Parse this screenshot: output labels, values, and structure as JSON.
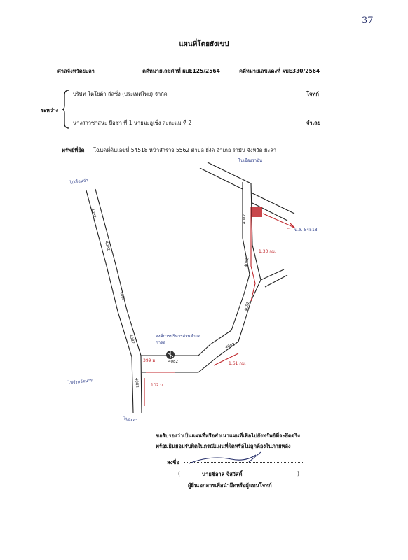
{
  "page_number": "37",
  "title": "แผนที่โดยสังเขป",
  "header": {
    "court": "ศาลจังหวัดยะลา",
    "black_case": "คดีหมายเลขดำที่ ผบE125/2564",
    "red_case": "คดีหมายเลขแดงที่ ผบE330/2564"
  },
  "parties": {
    "between_label": "ระหว่าง",
    "plaintiff_name": "บริษัท โตโยต้า ลีสซิ่ง (ประเทศไทย) จำกัด",
    "plaintiff_role": "โจทก์",
    "defendant_name": "นางสาวซาสนะ บือซา ที่ 1 นายมะอูเซ็ง สะกะแม ที่ 2",
    "defendant_role": "จำเลย"
  },
  "property": {
    "label": "ทรัพย์ที่ยึด",
    "detail": "โฉนดที่ดินเลขที่ 54518 หน้าสำรวจ 5562 ตำบล ยี่งัด อำเภอ รามัน จังหวัด ยะลา"
  },
  "map": {
    "road_top_left": "ไปเรือนจำ",
    "road_top_right": "ไปเมืองรามัน",
    "road_left": "ไปจังหวัดน่าน",
    "road_bottom": "ไปยะลา",
    "parcel_label": "น.ส. 54518",
    "landmark_label": "องค์การบริหารส่วนตำบล กาลอ",
    "dist_1": "1.33 กม.",
    "dist_2": "1.61 กม.",
    "dist_3": "399 ม.",
    "dist_4": "102 ม.",
    "road_code": "4082",
    "colors": {
      "ink_blue": "#2a3b88",
      "ink_red": "#c0262b"
    }
  },
  "certification": {
    "line1": "ขอรับรองว่าเป็นแผนที่หรือสำเนาแผนที่เพื่อไปยังทรัพย์ที่จะยึดจริง",
    "line2": "พร้อมยินยอมรับผิดในกรณีแผนที่ผิดหรือไม่ถูกต้องในภายหลัง",
    "sign_label": "ลงชื่อ",
    "signer_open": "(",
    "signer_name": "นายชีลาล จิสวัสดิ์",
    "signer_close": ")",
    "signer_role": "ผู้ยื่นเอกสารเพื่อนำยึดหรือผู้แทนโจทก์"
  }
}
